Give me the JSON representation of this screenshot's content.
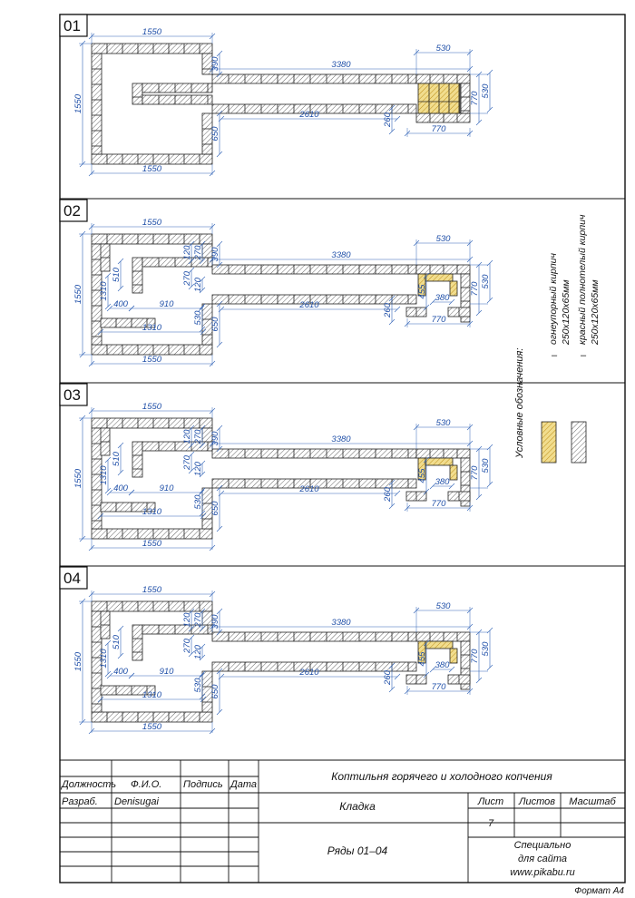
{
  "rows": [
    {
      "id": "01"
    },
    {
      "id": "02"
    },
    {
      "id": "03"
    },
    {
      "id": "04"
    }
  ],
  "dims": {
    "d1550": "1550",
    "d3380": "3380",
    "d2610": "2610",
    "d530": "530",
    "d770": "770",
    "d390": "390",
    "d650": "650",
    "d260": "260",
    "d120": "120",
    "d270": "270",
    "d510": "510",
    "d1310": "1310",
    "d400": "400",
    "d910": "910",
    "d455": "455",
    "d380": "380"
  },
  "legend": {
    "title": "Условные обозначения:",
    "dash": "–",
    "fire_line1": "огнеупорный кирпич",
    "fire_line2": "250х120х65мм",
    "red_line1": "красный полнотелый кирпич",
    "red_line2": "250х120х65мм"
  },
  "title_block": {
    "col_position": "Должность",
    "col_name": "Ф.И.О.",
    "col_sign": "Подпись",
    "col_date": "Дата",
    "row_dev": "Разраб.",
    "dev_name": "Denisugai",
    "project": "Коптильня горячего и холодного копчения",
    "sheet_title": "Кладка",
    "rows_label": "Ряды 01–04",
    "list_label": "Лист",
    "lists_label": "Листов",
    "scale_label": "Масштаб",
    "list_value": "7",
    "special_1": "Специально",
    "special_2": "для сайта",
    "special_3": "www.pikabu.ru"
  },
  "format": "Формат А4",
  "colors": {
    "fireclay": "#c9a227",
    "dimension": "#1f4fa8"
  }
}
